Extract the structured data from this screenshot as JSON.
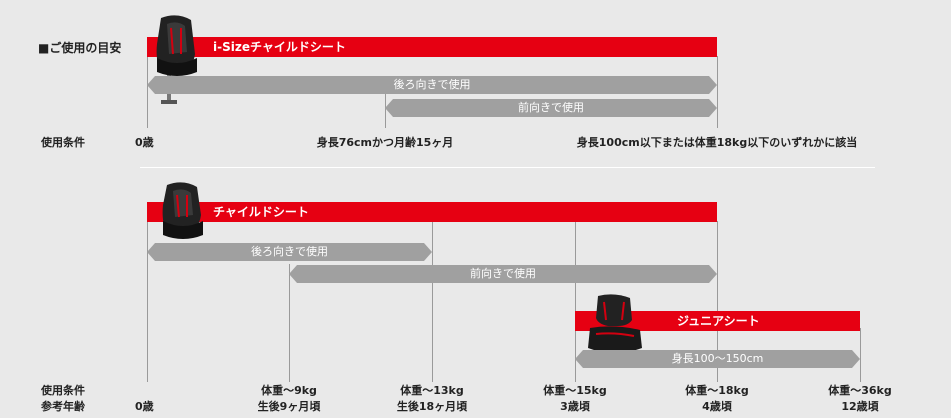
{
  "heading": "■ご使用の目安",
  "section1": {
    "product": "i-Sizeチャイルドシート",
    "arrows": [
      "後ろ向きで使用",
      "前向きで使用"
    ],
    "row_label": "使用条件",
    "ticks": [
      "0歳",
      "身長76cmかつ月齢15ヶ月",
      "身長100cm以下または体重18kg以下のいずれかに該当"
    ]
  },
  "section2": {
    "product": "チャイルドシート",
    "arrows": [
      "後ろ向きで使用",
      "前向きで使用"
    ],
    "junior": {
      "product": "ジュニアシート",
      "arrow": "身長100～150cm"
    },
    "row_labels": [
      "使用条件",
      "参考年齢"
    ],
    "ticks": [
      {
        "top": "",
        "bottom": "0歳"
      },
      {
        "top": "体重～9kg",
        "bottom": "生後9ヶ月頃"
      },
      {
        "top": "体重～13kg",
        "bottom": "生後18ヶ月頃"
      },
      {
        "top": "体重～15kg",
        "bottom": "3歳頃"
      },
      {
        "top": "体重～18kg",
        "bottom": "4歳頃"
      },
      {
        "top": "体重～36kg",
        "bottom": "12歳頃"
      }
    ]
  },
  "colors": {
    "accent": "#e60012",
    "arrow": "#a0a0a0",
    "background": "#e9e9e9"
  },
  "icons": [
    "isize-seat-icon",
    "child-seat-icon",
    "junior-seat-icon"
  ]
}
